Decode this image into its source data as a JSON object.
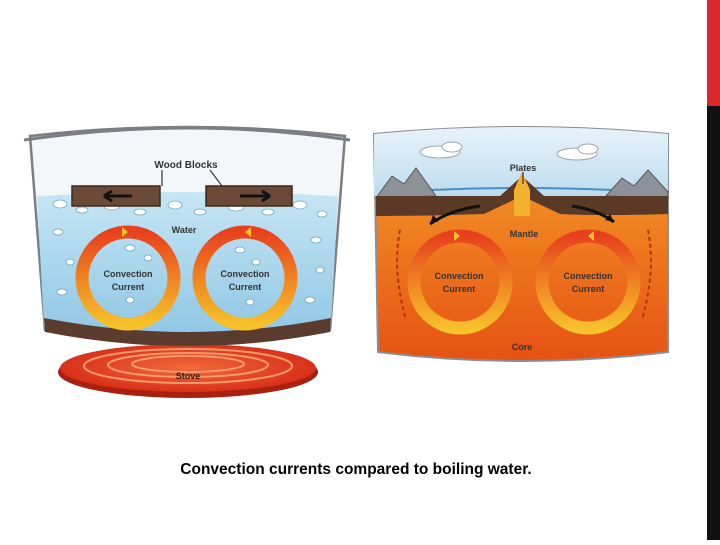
{
  "slide": {
    "caption": "Convection currents compared to boiling water.",
    "accent_color": "#d9282b",
    "edge_color": "#111111"
  },
  "pot_diagram": {
    "labels": {
      "wood_blocks": "Wood Blocks",
      "water": "Water",
      "convection_left": [
        "Convection",
        "Current"
      ],
      "convection_right": [
        "Convection",
        "Current"
      ],
      "stove": "Stove"
    },
    "colors": {
      "water": "#aed9ee",
      "stove": "#e8482a",
      "arrow": "#f07a22"
    }
  },
  "earth_diagram": {
    "labels": {
      "plates": "Plates",
      "mantle": "Mantle",
      "convection_left": [
        "Convection",
        "Current"
      ],
      "convection_right": [
        "Convection",
        "Current"
      ],
      "core": "Core"
    },
    "colors": {
      "sky": "#cfe6f3",
      "mantle_top": "#f2a22c",
      "mantle_bottom": "#e85a14",
      "crust": "#5a3a24"
    }
  }
}
